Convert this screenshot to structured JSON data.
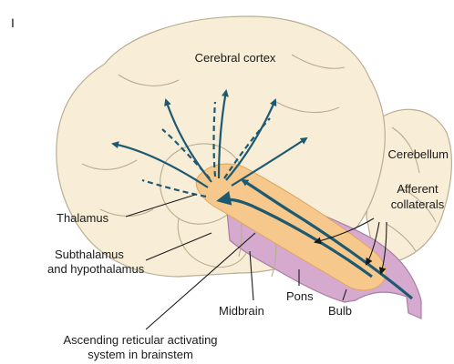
{
  "panel_letter": "I",
  "labels": {
    "cerebral_cortex": "Cerebral cortex",
    "cerebellum": "Cerebellum",
    "afferent_line1": "Afferent",
    "afferent_line2": "collaterals",
    "thalamus": "Thalamus",
    "subthalamus_line1": "Subthalamus",
    "subthalamus_line2": "and hypothalamus",
    "midbrain": "Midbrain",
    "pons": "Pons",
    "bulb": "Bulb",
    "arас_line1": "Ascending reticular activating",
    "aras_line2": "system in brainstem"
  },
  "colors": {
    "brain": "#f8edd6",
    "brain_outline": "#b9ad92",
    "reticular_system": "#f6c88c",
    "brainstem": "#d6a9cf",
    "pathway_arrows": "#1d5a72",
    "label_text": "#1a1a1a"
  }
}
